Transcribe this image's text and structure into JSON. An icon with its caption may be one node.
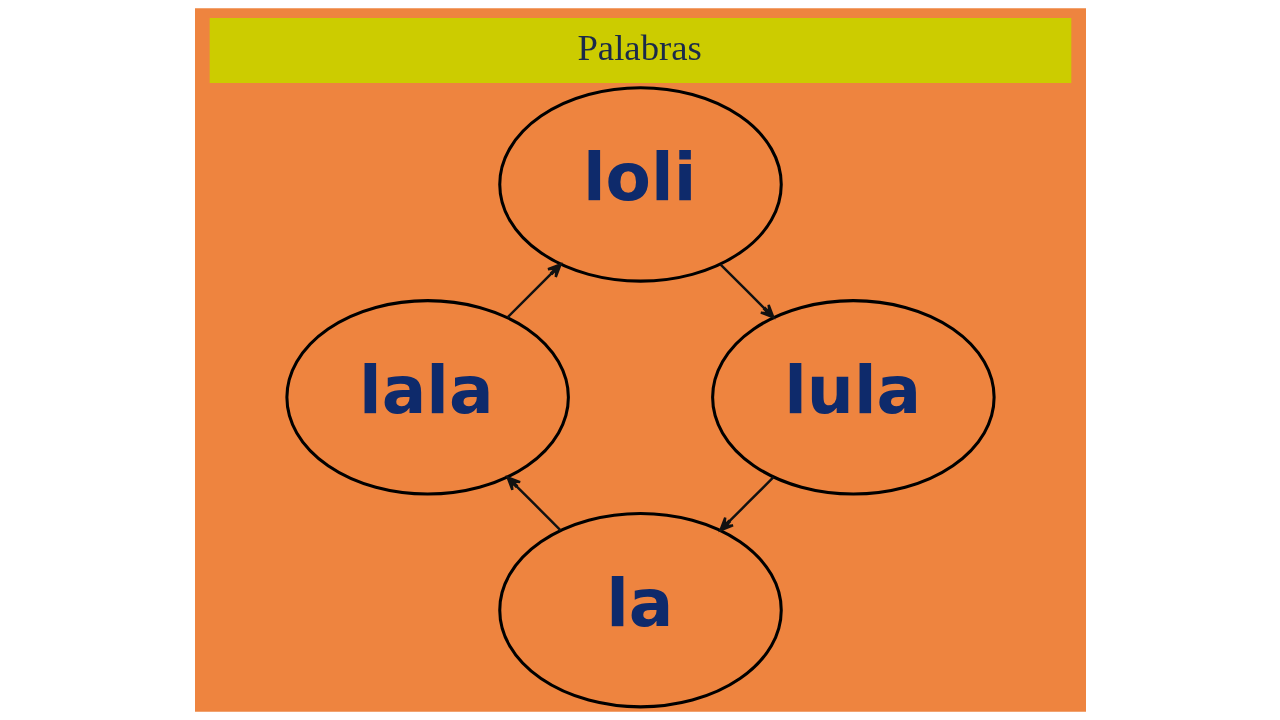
{
  "diagram": {
    "title": "Palabras",
    "nodes": [
      {
        "text": [
          "la"
        ]
      },
      {
        "text": [
          "lala"
        ]
      },
      {
        "text": [
          "loli"
        ]
      },
      {
        "text": [
          "lula"
        ]
      }
    ],
    "edges": [
      {
        "from": 0,
        "to": 1,
        "arrow": "to"
      },
      {
        "from": 1,
        "to": 2,
        "arrow": "to"
      },
      {
        "from": 2,
        "to": 3,
        "arrow": "to"
      },
      {
        "from": 3,
        "to": 0,
        "arrow": "to"
      }
    ]
  }
}
